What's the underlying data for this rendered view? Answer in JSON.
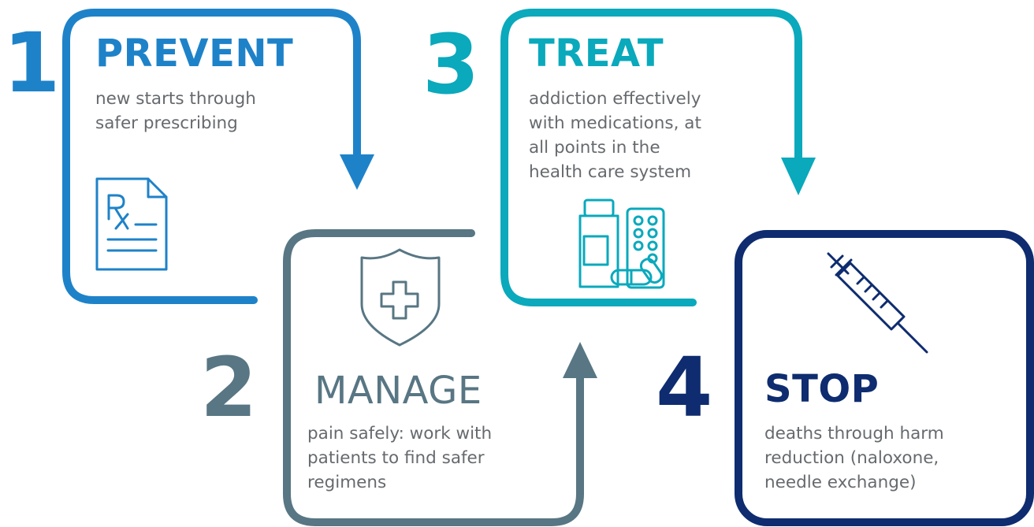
{
  "colors": {
    "prevent": "#1e82c9",
    "manage": "#587683",
    "treat": "#0aa9bc",
    "stop": "#0e2c6f",
    "body_text": "#666a6e"
  },
  "steps": [
    {
      "number": "1",
      "title": "PREVENT",
      "lines": [
        "new starts through",
        "safer prescribing"
      ],
      "icon": "prescription-document-icon"
    },
    {
      "number": "2",
      "title": "MANAGE",
      "lines": [
        "pain safely: work with",
        "patients to find safer",
        "regimens"
      ],
      "icon": "shield-plus-icon"
    },
    {
      "number": "3",
      "title": "TREAT",
      "lines": [
        "addiction effectively",
        "with medications, at",
        "all points in the",
        "health care system"
      ],
      "icon": "medication-bottle-pills-icon"
    },
    {
      "number": "4",
      "title": "STOP",
      "lines": [
        "deaths through harm",
        "reduction (naloxone,",
        "needle exchange)"
      ],
      "icon": "syringe-icon"
    }
  ]
}
